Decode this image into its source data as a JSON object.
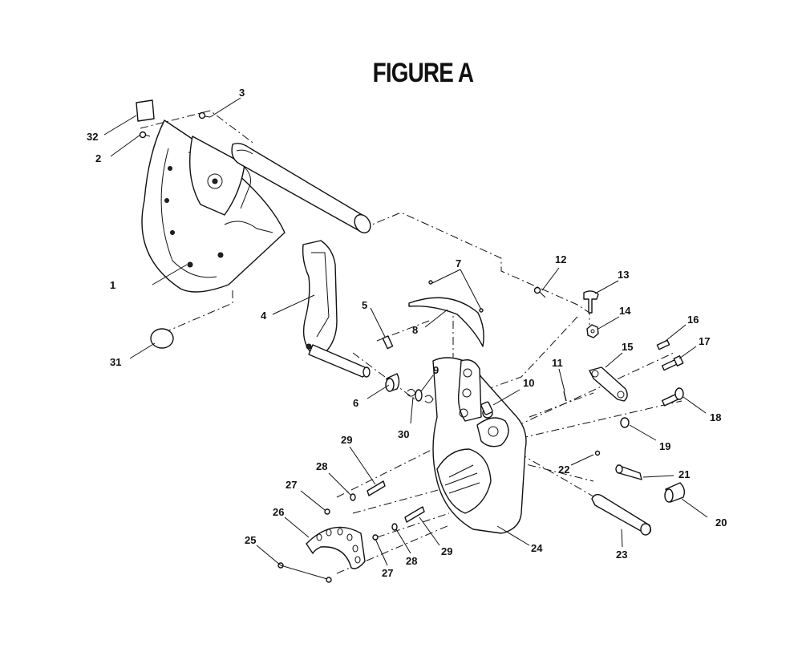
{
  "title": "FIGURE A",
  "callouts": [
    {
      "id": "c1",
      "label": "1"
    },
    {
      "id": "c2",
      "label": "2"
    },
    {
      "id": "c3",
      "label": "3"
    },
    {
      "id": "c4",
      "label": "4"
    },
    {
      "id": "c5",
      "label": "5"
    },
    {
      "id": "c6",
      "label": "6"
    },
    {
      "id": "c7",
      "label": "7"
    },
    {
      "id": "c8",
      "label": "8"
    },
    {
      "id": "c9",
      "label": "9"
    },
    {
      "id": "c10",
      "label": "10"
    },
    {
      "id": "c11",
      "label": "11"
    },
    {
      "id": "c12",
      "label": "12"
    },
    {
      "id": "c13",
      "label": "13"
    },
    {
      "id": "c14",
      "label": "14"
    },
    {
      "id": "c15",
      "label": "15"
    },
    {
      "id": "c16",
      "label": "16"
    },
    {
      "id": "c17",
      "label": "17"
    },
    {
      "id": "c18",
      "label": "18"
    },
    {
      "id": "c19",
      "label": "19"
    },
    {
      "id": "c20",
      "label": "20"
    },
    {
      "id": "c21",
      "label": "21"
    },
    {
      "id": "c22",
      "label": "22"
    },
    {
      "id": "c23",
      "label": "23"
    },
    {
      "id": "c24",
      "label": "24"
    },
    {
      "id": "c25",
      "label": "25"
    },
    {
      "id": "c26",
      "label": "26"
    },
    {
      "id": "c27a",
      "label": "27"
    },
    {
      "id": "c27b",
      "label": "27"
    },
    {
      "id": "c28a",
      "label": "28"
    },
    {
      "id": "c28b",
      "label": "28"
    },
    {
      "id": "c29a",
      "label": "29"
    },
    {
      "id": "c29b",
      "label": "29"
    },
    {
      "id": "c30",
      "label": "30"
    },
    {
      "id": "c31",
      "label": "31"
    },
    {
      "id": "c32",
      "label": "32"
    }
  ]
}
